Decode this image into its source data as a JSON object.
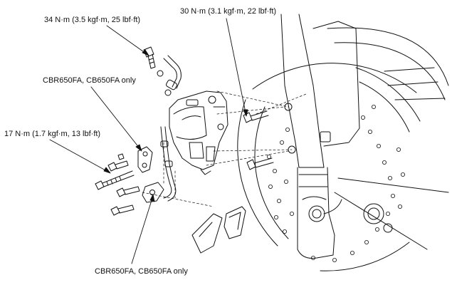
{
  "labels": {
    "upper_bolt_torque": "34 N·m (3.5 kgf·m, 25 lbf·ft)",
    "caliper_bolt_torque": "30 N·m (3.1 kgf·m, 22 lbf·ft)",
    "bracket_note_upper": "CBR650FA, CB650FA only",
    "lower_bolt_torque": "17 N·m (1.7 kgf·m, 13 lbf·ft)",
    "bracket_note_lower": "CBR650FA, CB650FA only"
  },
  "colors": {
    "line": "#111111",
    "background": "#ffffff"
  }
}
